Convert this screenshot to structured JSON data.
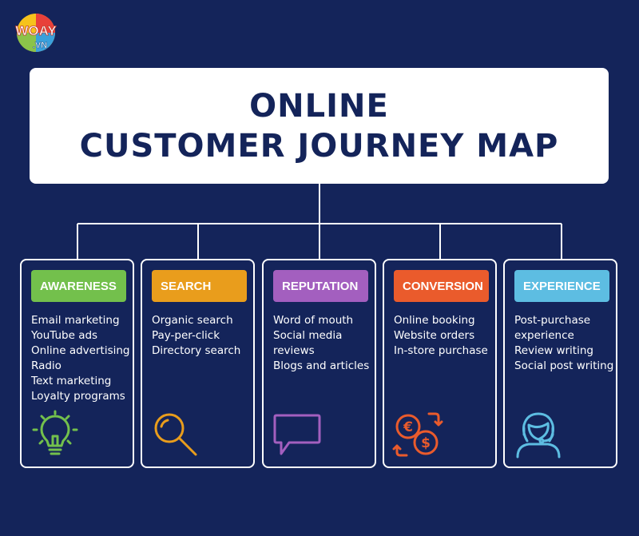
{
  "logo": {
    "text": "WOAY .VN"
  },
  "title": {
    "line1": "ONLINE",
    "line2": "CUSTOMER JOURNEY MAP"
  },
  "stages": [
    {
      "label": "AWARENESS",
      "color": "#73c04c",
      "icon": "lightbulb-icon",
      "items": [
        "Email marketing",
        "YouTube ads",
        "Online advertising",
        "Radio",
        "Text marketing",
        "Loyalty programs"
      ]
    },
    {
      "label": "SEARCH",
      "color": "#e99d1c",
      "icon": "magnifier-icon",
      "items": [
        "Organic search",
        "Pay-per-click",
        "Directory search"
      ]
    },
    {
      "label": "REPUTATION",
      "color": "#a35fbf",
      "icon": "speech-bubble-icon",
      "items": [
        "Word of mouth",
        "Social media",
        "reviews",
        "Blogs and articles"
      ]
    },
    {
      "label": "CONVERSION",
      "color": "#ea5b2c",
      "icon": "currency-exchange-icon",
      "items": [
        "Online booking",
        "Website orders",
        "In-store purchase"
      ]
    },
    {
      "label": "EXPERIENCE",
      "color": "#5dbde2",
      "icon": "headset-agent-icon",
      "items": [
        "Post-purchase",
        "experience",
        "Review writing",
        "Social post writing"
      ]
    }
  ]
}
